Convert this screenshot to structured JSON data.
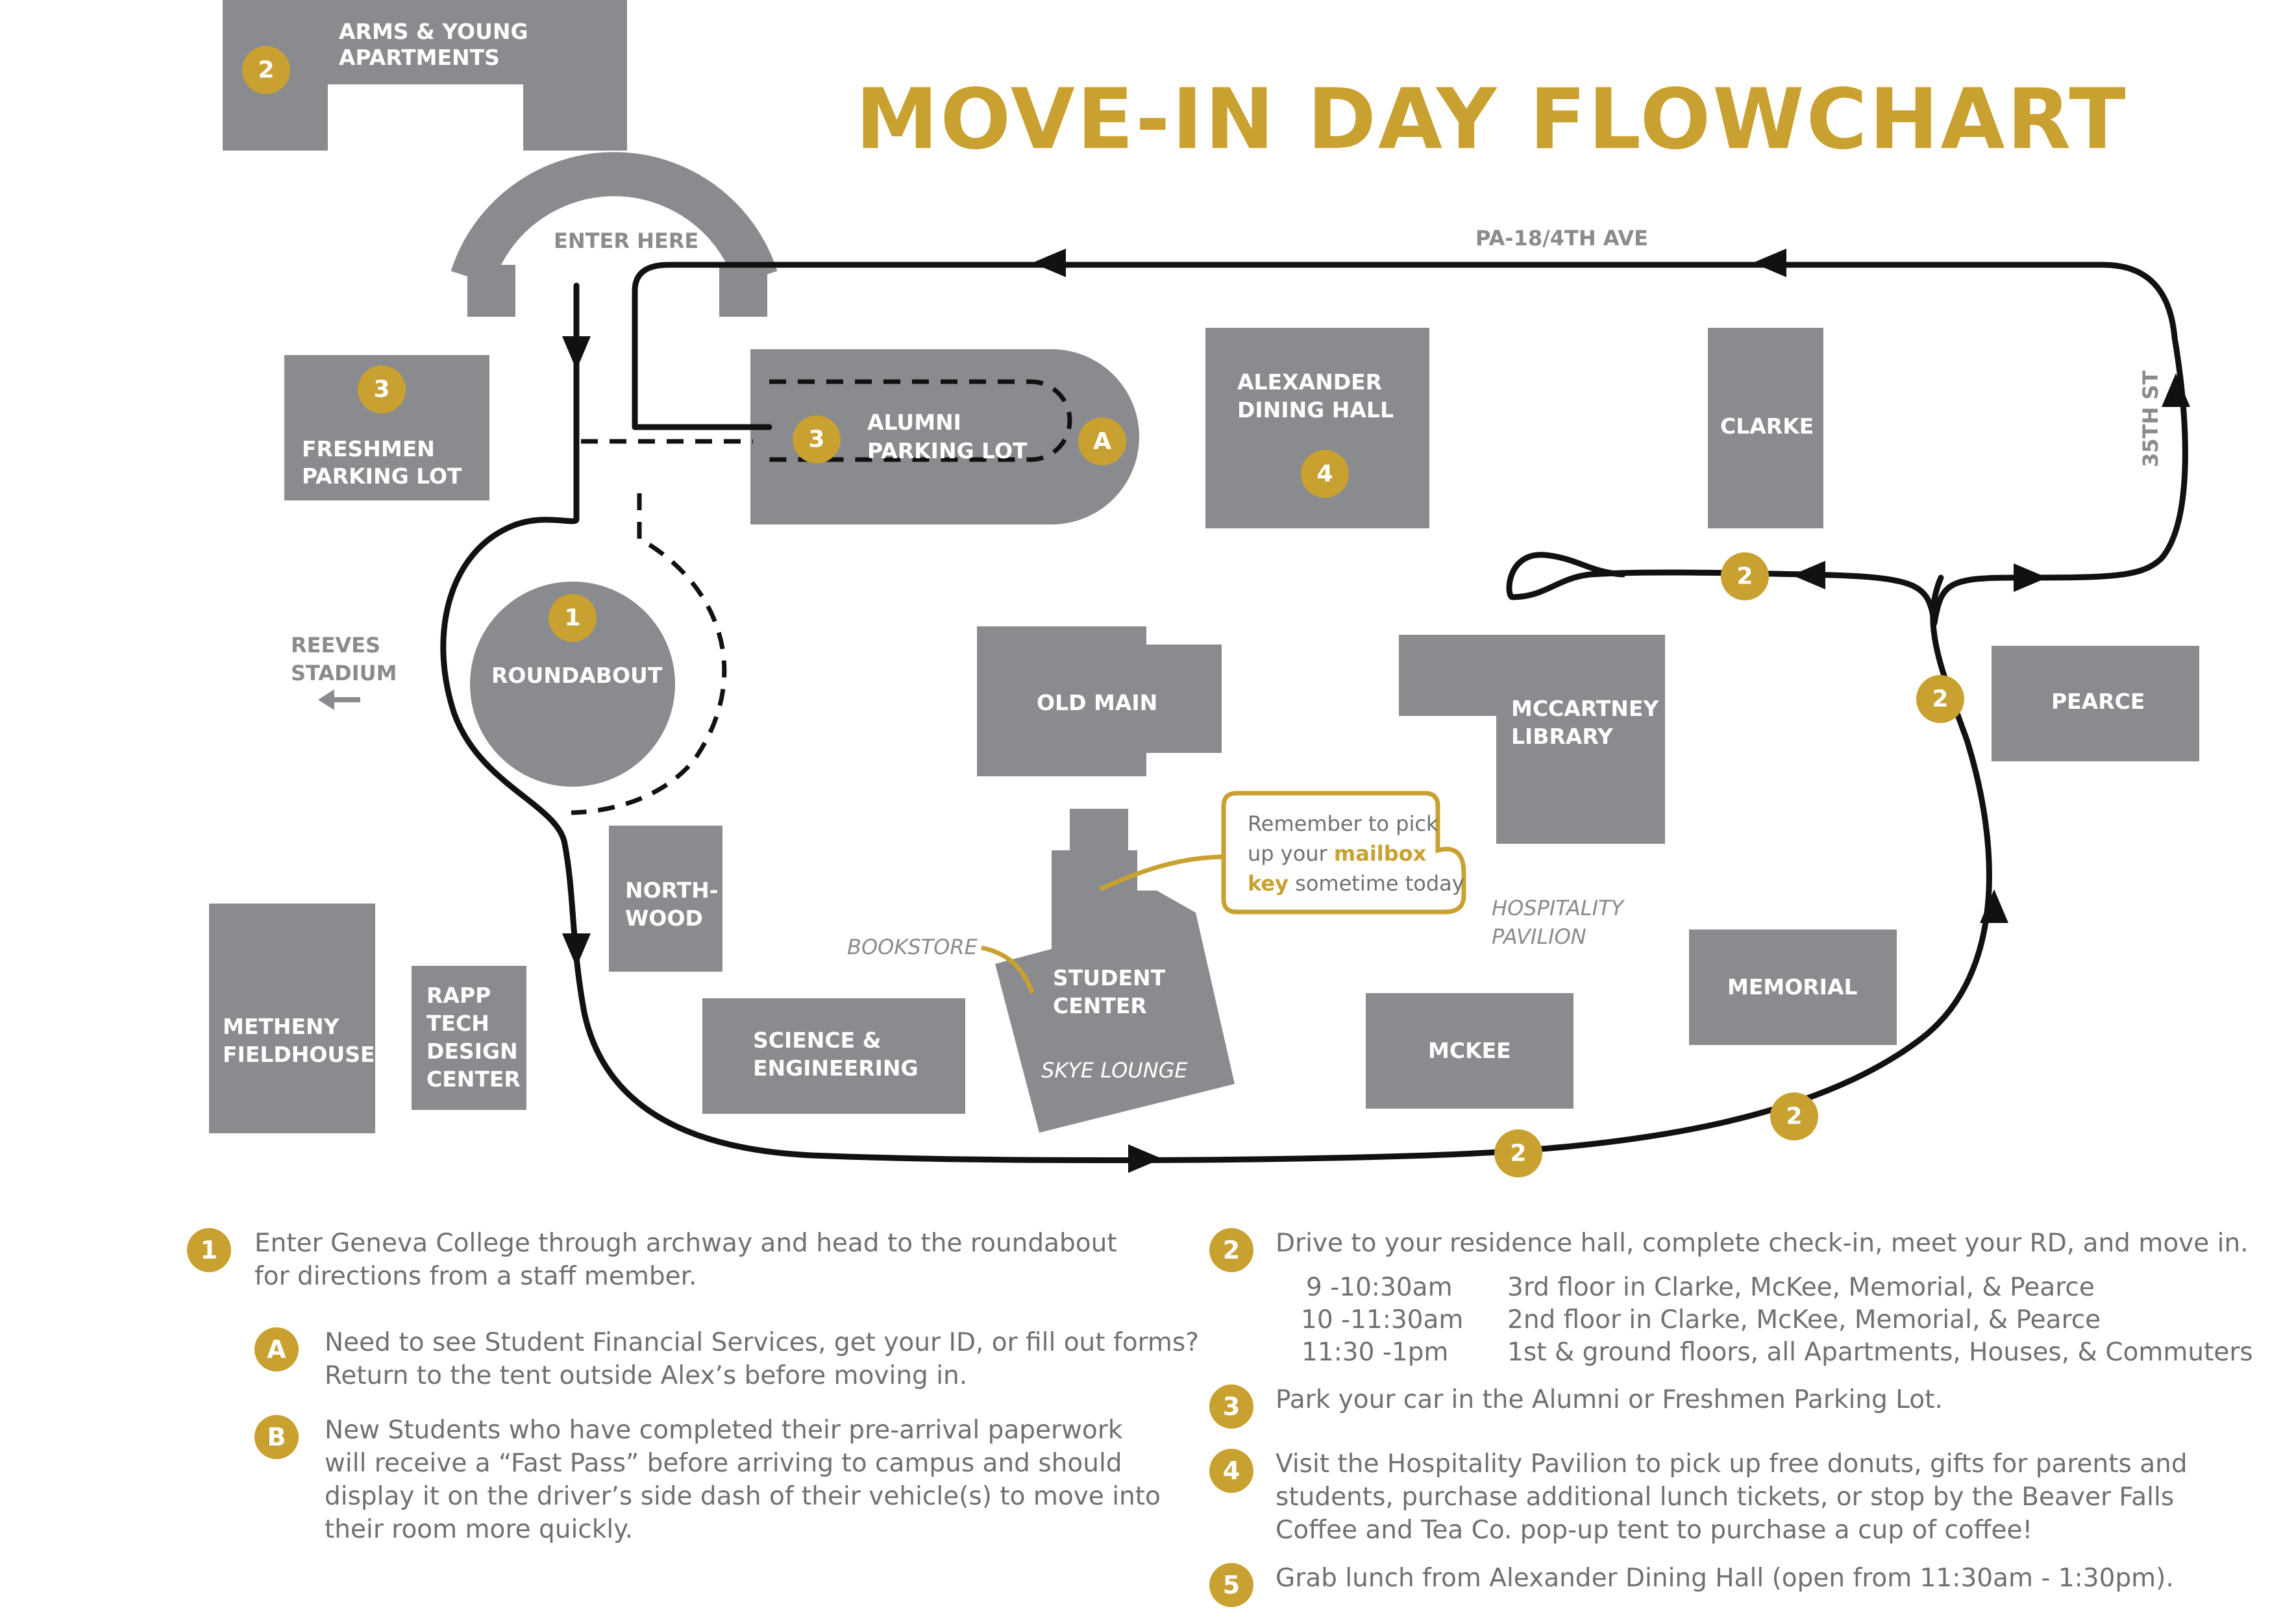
{
  "title": "MOVE-IN DAY FLOWCHART",
  "colors": {
    "gold": "#c9a130",
    "building": "#8a8b8e",
    "route": "#111111",
    "text": "#707070"
  },
  "map": {
    "enter_here": "ENTER HERE",
    "street_top": "PA-18/4TH AVE",
    "street_right": "35TH ST",
    "reeves_stadium": [
      "REEVES",
      "STADIUM"
    ],
    "hospitality_pavilion": [
      "HOSPITALITY",
      "PAVILION"
    ],
    "bookstore": "BOOKSTORE",
    "skye_lounge": "SKYE LOUNGE",
    "callout": {
      "line1": "Remember to pick",
      "line2_pre": "up your ",
      "line2_bold": "mailbox",
      "line3_bold": "key",
      "line3_post": " sometime today"
    },
    "buildings": {
      "arms_young": [
        "ARMS & YOUNG",
        "APARTMENTS"
      ],
      "freshmen_lot": [
        "FRESHMEN",
        "PARKING LOT"
      ],
      "alumni_lot": [
        "ALUMNI",
        "PARKING LOT"
      ],
      "alexander": [
        "ALEXANDER",
        "DINING HALL"
      ],
      "clarke": "CLARKE",
      "roundabout": "ROUNDABOUT",
      "old_main": "OLD MAIN",
      "mccartney": [
        "MCCARTNEY",
        "LIBRARY"
      ],
      "pearce": "PEARCE",
      "northwood": [
        "NORTH-",
        "WOOD"
      ],
      "student_center": [
        "STUDENT",
        "CENTER"
      ],
      "metheny": [
        "METHENY",
        "FIELDHOUSE"
      ],
      "rapp": [
        "RAPP",
        "TECH",
        "DESIGN",
        "CENTER"
      ],
      "science": [
        "SCIENCE &",
        "ENGINEERING"
      ],
      "mckee": "MCKEE",
      "memorial": "MEMORIAL"
    },
    "markers": {
      "one": "1",
      "two": "2",
      "three": "3",
      "four": "4",
      "a": "A"
    }
  },
  "legend": {
    "item1": {
      "badge": "1",
      "text": "Enter Geneva College through archway and head to the roundabout for directions from a staff member."
    },
    "itemA": {
      "badge": "A",
      "text": "Need to see Student Financial Services, get your ID, or fill out forms? Return to the tent outside Alex’s before moving in."
    },
    "itemB": {
      "badge": "B",
      "text": "New Students who have completed their pre-arrival paperwork will receive a “Fast Pass” before arriving to campus and should display it on the driver’s side dash of their vehicle(s) to move into their room more quickly."
    },
    "item2": {
      "badge": "2",
      "text": "Drive to your residence hall, complete check-in, meet your RD, and move in."
    },
    "schedule": [
      {
        "time": "9 -10:30am",
        "desc": "3rd floor in Clarke, McKee, Memorial, & Pearce"
      },
      {
        "time": "10 -11:30am",
        "desc": "2nd floor in Clarke, McKee, Memorial, & Pearce"
      },
      {
        "time": "11:30 -1pm",
        "desc": "1st & ground floors, all Apartments, Houses, & Commuters"
      }
    ],
    "item3": {
      "badge": "3",
      "text": "Park your car in the Alumni or Freshmen Parking Lot."
    },
    "item4": {
      "badge": "4",
      "text": "Visit the Hospitality Pavilion to pick up free donuts, gifts for parents and students, purchase additional lunch tickets, or stop by the Beaver Falls Coffee and Tea Co. pop-up tent to purchase a cup of coffee!"
    },
    "item5": {
      "badge": "5",
      "text": "Grab lunch from Alexander Dining Hall (open from 11:30am - 1:30pm)."
    }
  }
}
